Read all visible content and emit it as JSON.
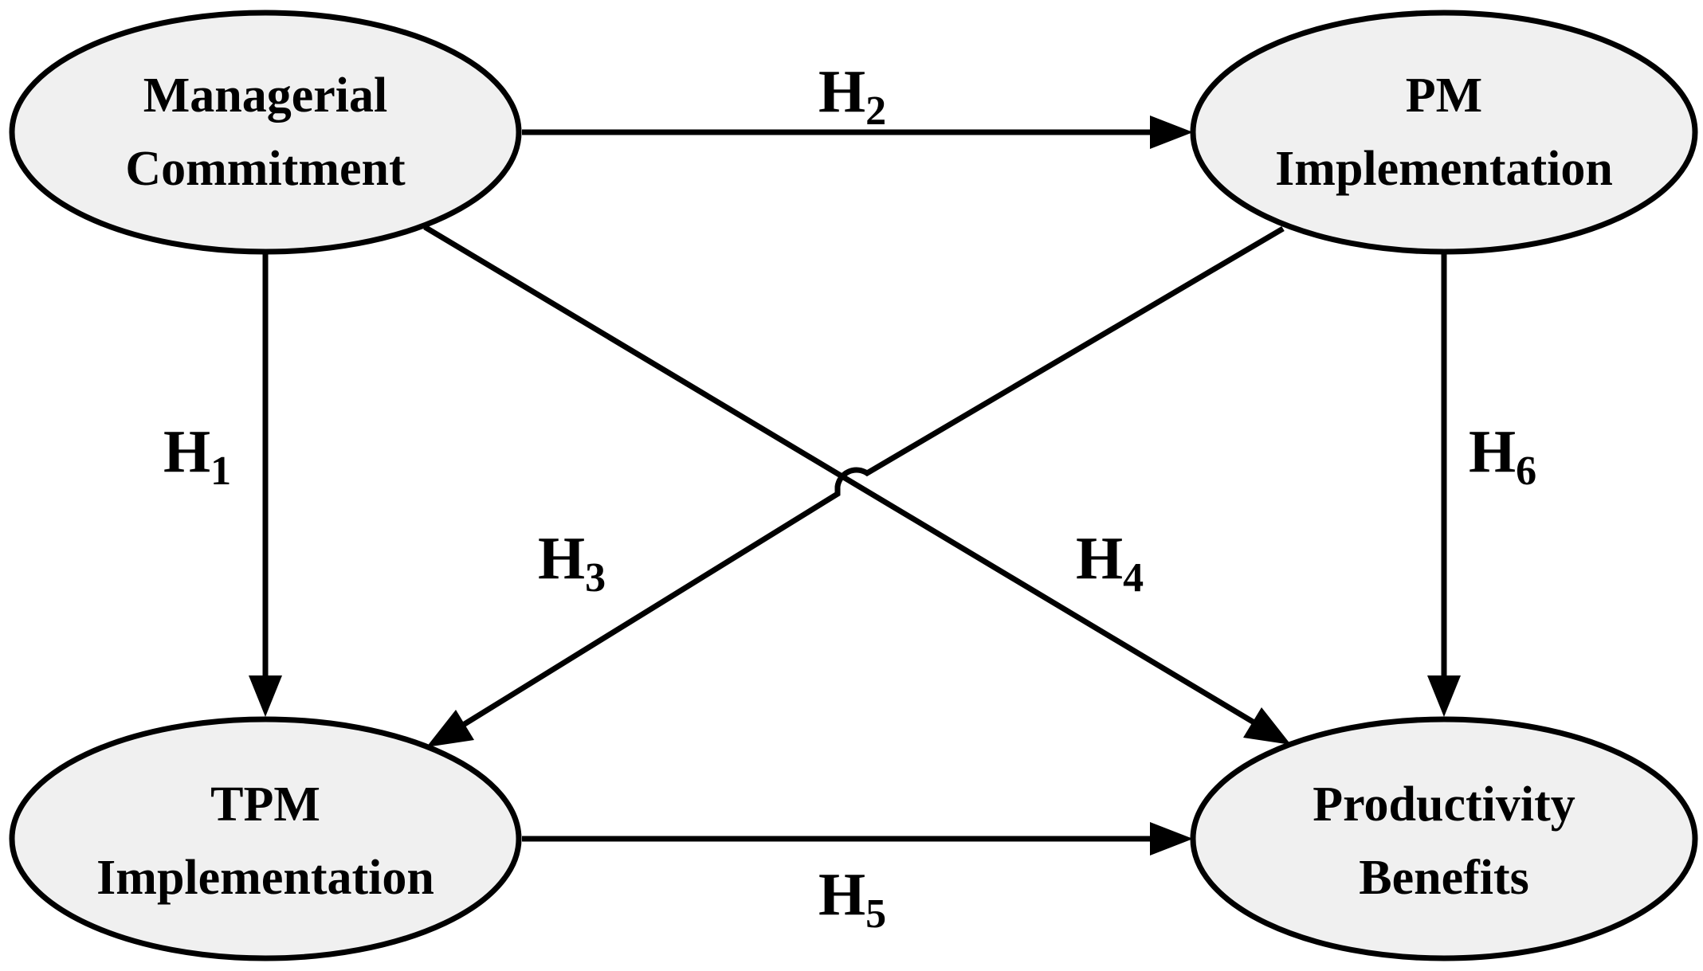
{
  "nodes": {
    "managerial_commitment": {
      "line1": "Managerial",
      "line2": "Commitment"
    },
    "pm_implementation": {
      "line1": "PM",
      "line2": "Implementation"
    },
    "tpm_implementation": {
      "line1": "TPM",
      "line2": "Implementation"
    },
    "productivity_benefits": {
      "line1": "Productivity",
      "line2": "Benefits"
    }
  },
  "hypotheses": {
    "h1": {
      "letter": "H",
      "number": "1",
      "from": "Managerial Commitment",
      "to": "TPM Implementation"
    },
    "h2": {
      "letter": "H",
      "number": "2",
      "from": "Managerial Commitment",
      "to": "PM Implementation"
    },
    "h3": {
      "letter": "H",
      "number": "3",
      "from": "PM Implementation",
      "to": "TPM Implementation"
    },
    "h4": {
      "letter": "H",
      "number": "4",
      "from": "Managerial Commitment",
      "to": "Productivity Benefits"
    },
    "h5": {
      "letter": "H",
      "number": "5",
      "from": "TPM Implementation",
      "to": "Productivity Benefits"
    },
    "h6": {
      "letter": "H",
      "number": "6",
      "from": "PM Implementation",
      "to": "Productivity Benefits"
    }
  },
  "colors": {
    "node_fill": "#f0f0f0",
    "stroke": "#000000",
    "background": "#ffffff"
  }
}
